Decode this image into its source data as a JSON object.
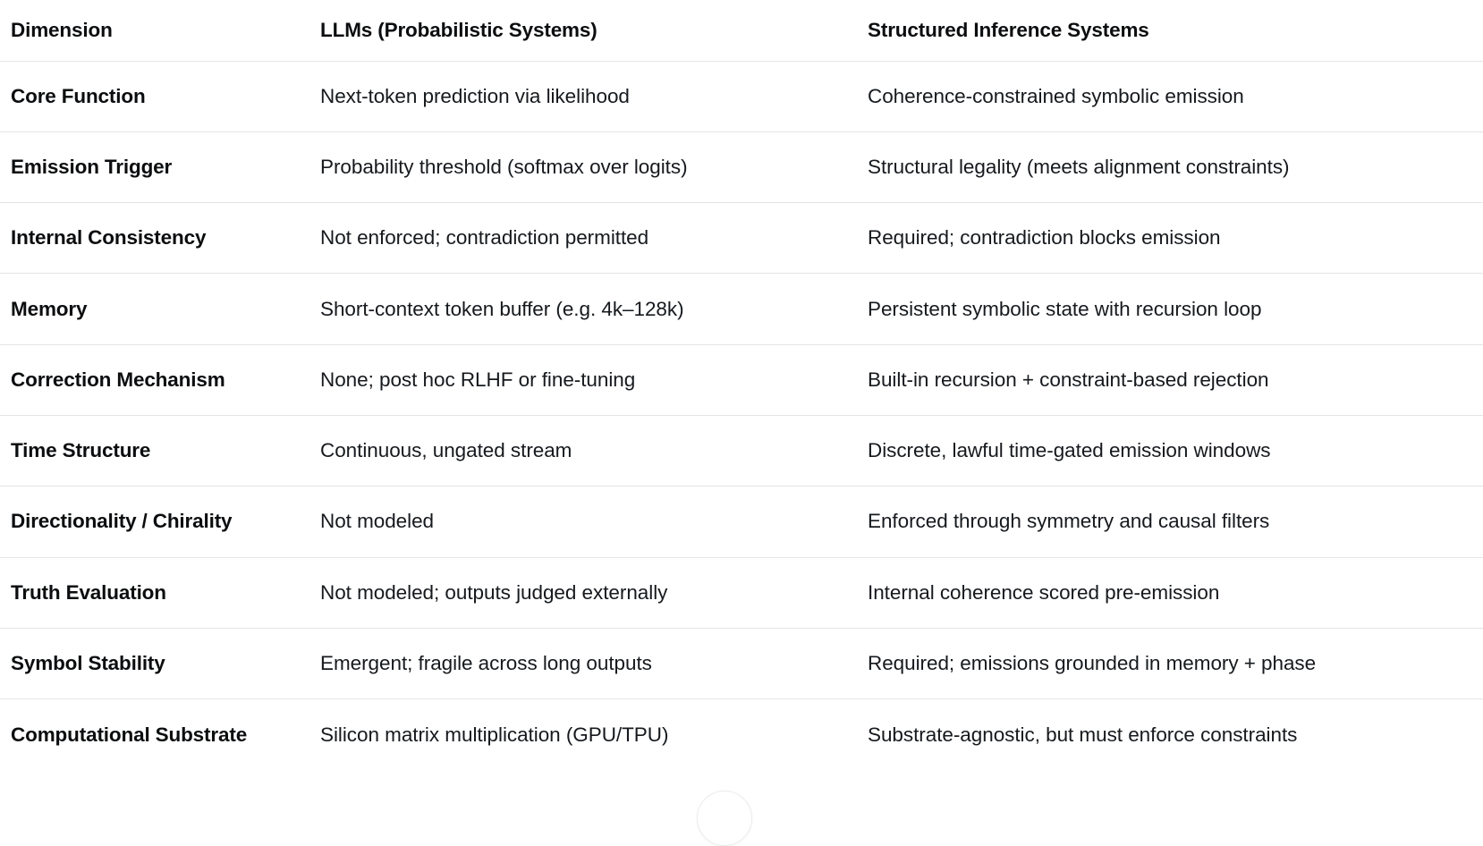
{
  "table": {
    "columns": [
      {
        "key": "dimension",
        "label": "Dimension"
      },
      {
        "key": "llm",
        "label": "LLMs (Probabilistic Systems)"
      },
      {
        "key": "structured",
        "label": "Structured Inference Systems"
      }
    ],
    "rows": [
      {
        "dimension": "Core Function",
        "llm": "Next-token prediction via likelihood",
        "structured": "Coherence-constrained symbolic emission"
      },
      {
        "dimension": "Emission Trigger",
        "llm": "Probability threshold (softmax over logits)",
        "structured": "Structural legality (meets alignment constraints)"
      },
      {
        "dimension": "Internal Consistency",
        "llm": "Not enforced; contradiction permitted",
        "structured": "Required; contradiction blocks emission"
      },
      {
        "dimension": "Memory",
        "llm": "Short-context token buffer (e.g. 4k–128k)",
        "structured": "Persistent symbolic state with recursion loop"
      },
      {
        "dimension": "Correction Mechanism",
        "llm": "None; post hoc RLHF or fine-tuning",
        "structured": "Built-in recursion + constraint-based rejection"
      },
      {
        "dimension": "Time Structure",
        "llm": "Continuous, ungated stream",
        "structured": "Discrete, lawful time-gated emission windows"
      },
      {
        "dimension": "Directionality / Chirality",
        "llm": "Not modeled",
        "structured": "Enforced through symmetry and causal filters"
      },
      {
        "dimension": "Truth Evaluation",
        "llm": "Not modeled; outputs judged externally",
        "structured": "Internal coherence scored pre-emission"
      },
      {
        "dimension": "Symbol Stability",
        "llm": "Emergent; fragile across long outputs",
        "structured": "Required; emissions grounded in memory + phase"
      },
      {
        "dimension": "Computational Substrate",
        "llm": "Silicon matrix multiplication (GPU/TPU)",
        "structured": "Substrate-agnostic, but must enforce constraints"
      }
    ]
  },
  "colors": {
    "background": "#ffffff",
    "header_text": "#0b0d0f",
    "body_text": "#16191d",
    "divider": "#e3e5e8",
    "affordance_border": "#ececee"
  }
}
